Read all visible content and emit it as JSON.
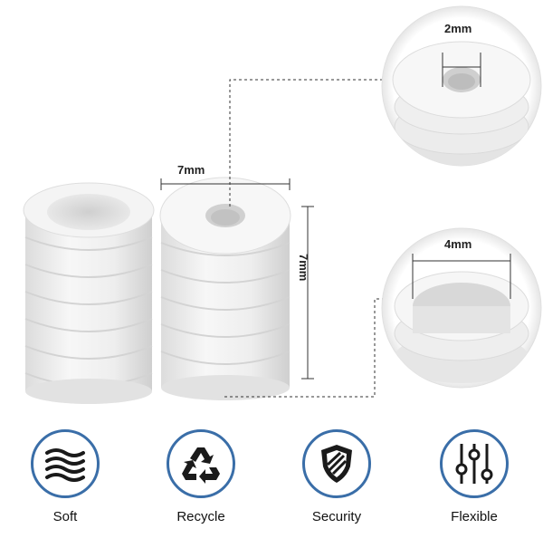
{
  "dimensions": {
    "width_label": "7mm",
    "height_label": "7mm",
    "inner_hole_label": "2mm",
    "outer_hole_label": "4mm"
  },
  "features": [
    {
      "label": "Soft",
      "icon": "waves-icon"
    },
    {
      "label": "Recycle",
      "icon": "recycle-icon"
    },
    {
      "label": "Security",
      "icon": "shield-icon"
    },
    {
      "label": "Flexible",
      "icon": "sliders-icon"
    }
  ],
  "colors": {
    "accent": "#3a6ea8",
    "product": "#f2f2f2"
  }
}
